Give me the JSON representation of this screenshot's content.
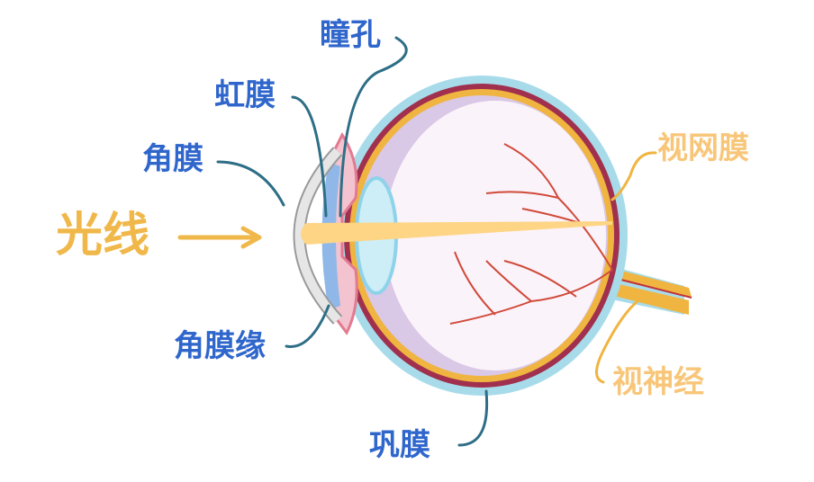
{
  "title": "眼球结构",
  "labels": {
    "pupil": "瞳孔",
    "iris": "虹膜",
    "cornea": "角膜",
    "light": "光线",
    "limbus": "角膜缘",
    "sclera": "巩膜",
    "retina": "视网膜",
    "optic_nerve": "视神经"
  },
  "colors": {
    "label_blue": "#2f66cc",
    "label_orange": "#f8c679",
    "light_orange": "#f0b84a",
    "leader": "#2e6e86",
    "sclera": "#a8dbea",
    "choroid": "#a0304e",
    "retina": "#f0b440",
    "vitreous": "#fbf3fa",
    "vessel": "#d04a3a"
  }
}
